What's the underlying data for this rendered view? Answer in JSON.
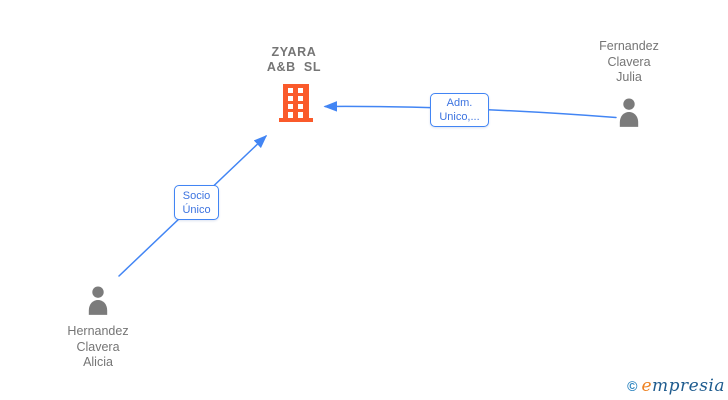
{
  "company": {
    "name_lines": [
      "ZYARA",
      "A&B  SL"
    ]
  },
  "people": [
    {
      "name_lines": [
        "Fernandez",
        "Clavera",
        "Julia"
      ],
      "position": "top-right"
    },
    {
      "name_lines": [
        "Hernandez",
        "Clavera",
        "Alicia"
      ],
      "position": "bottom-left"
    }
  ],
  "edges": [
    {
      "from": "Fernandez Clavera Julia",
      "to": "ZYARA A&B SL",
      "label_lines": [
        "Adm.",
        "Unico,..."
      ]
    },
    {
      "from": "Hernandez Clavera Alicia",
      "to": "ZYARA A&B SL",
      "label_lines": [
        "Socio",
        "Único"
      ]
    }
  ],
  "watermark": {
    "copyright": "©",
    "brand_first_letter": "e",
    "brand_rest": "mpresia"
  },
  "colors": {
    "edge_blue": "#4285F4",
    "label_text_blue": "#3D74E0",
    "building_orange": "#FA5A2B",
    "person_gray": "#7B7B7B",
    "name_text_gray": "#757575",
    "logo_copyright_blue": "#2E86C1",
    "logo_orange": "#EE8222",
    "logo_navy": "#1F5C8F"
  }
}
